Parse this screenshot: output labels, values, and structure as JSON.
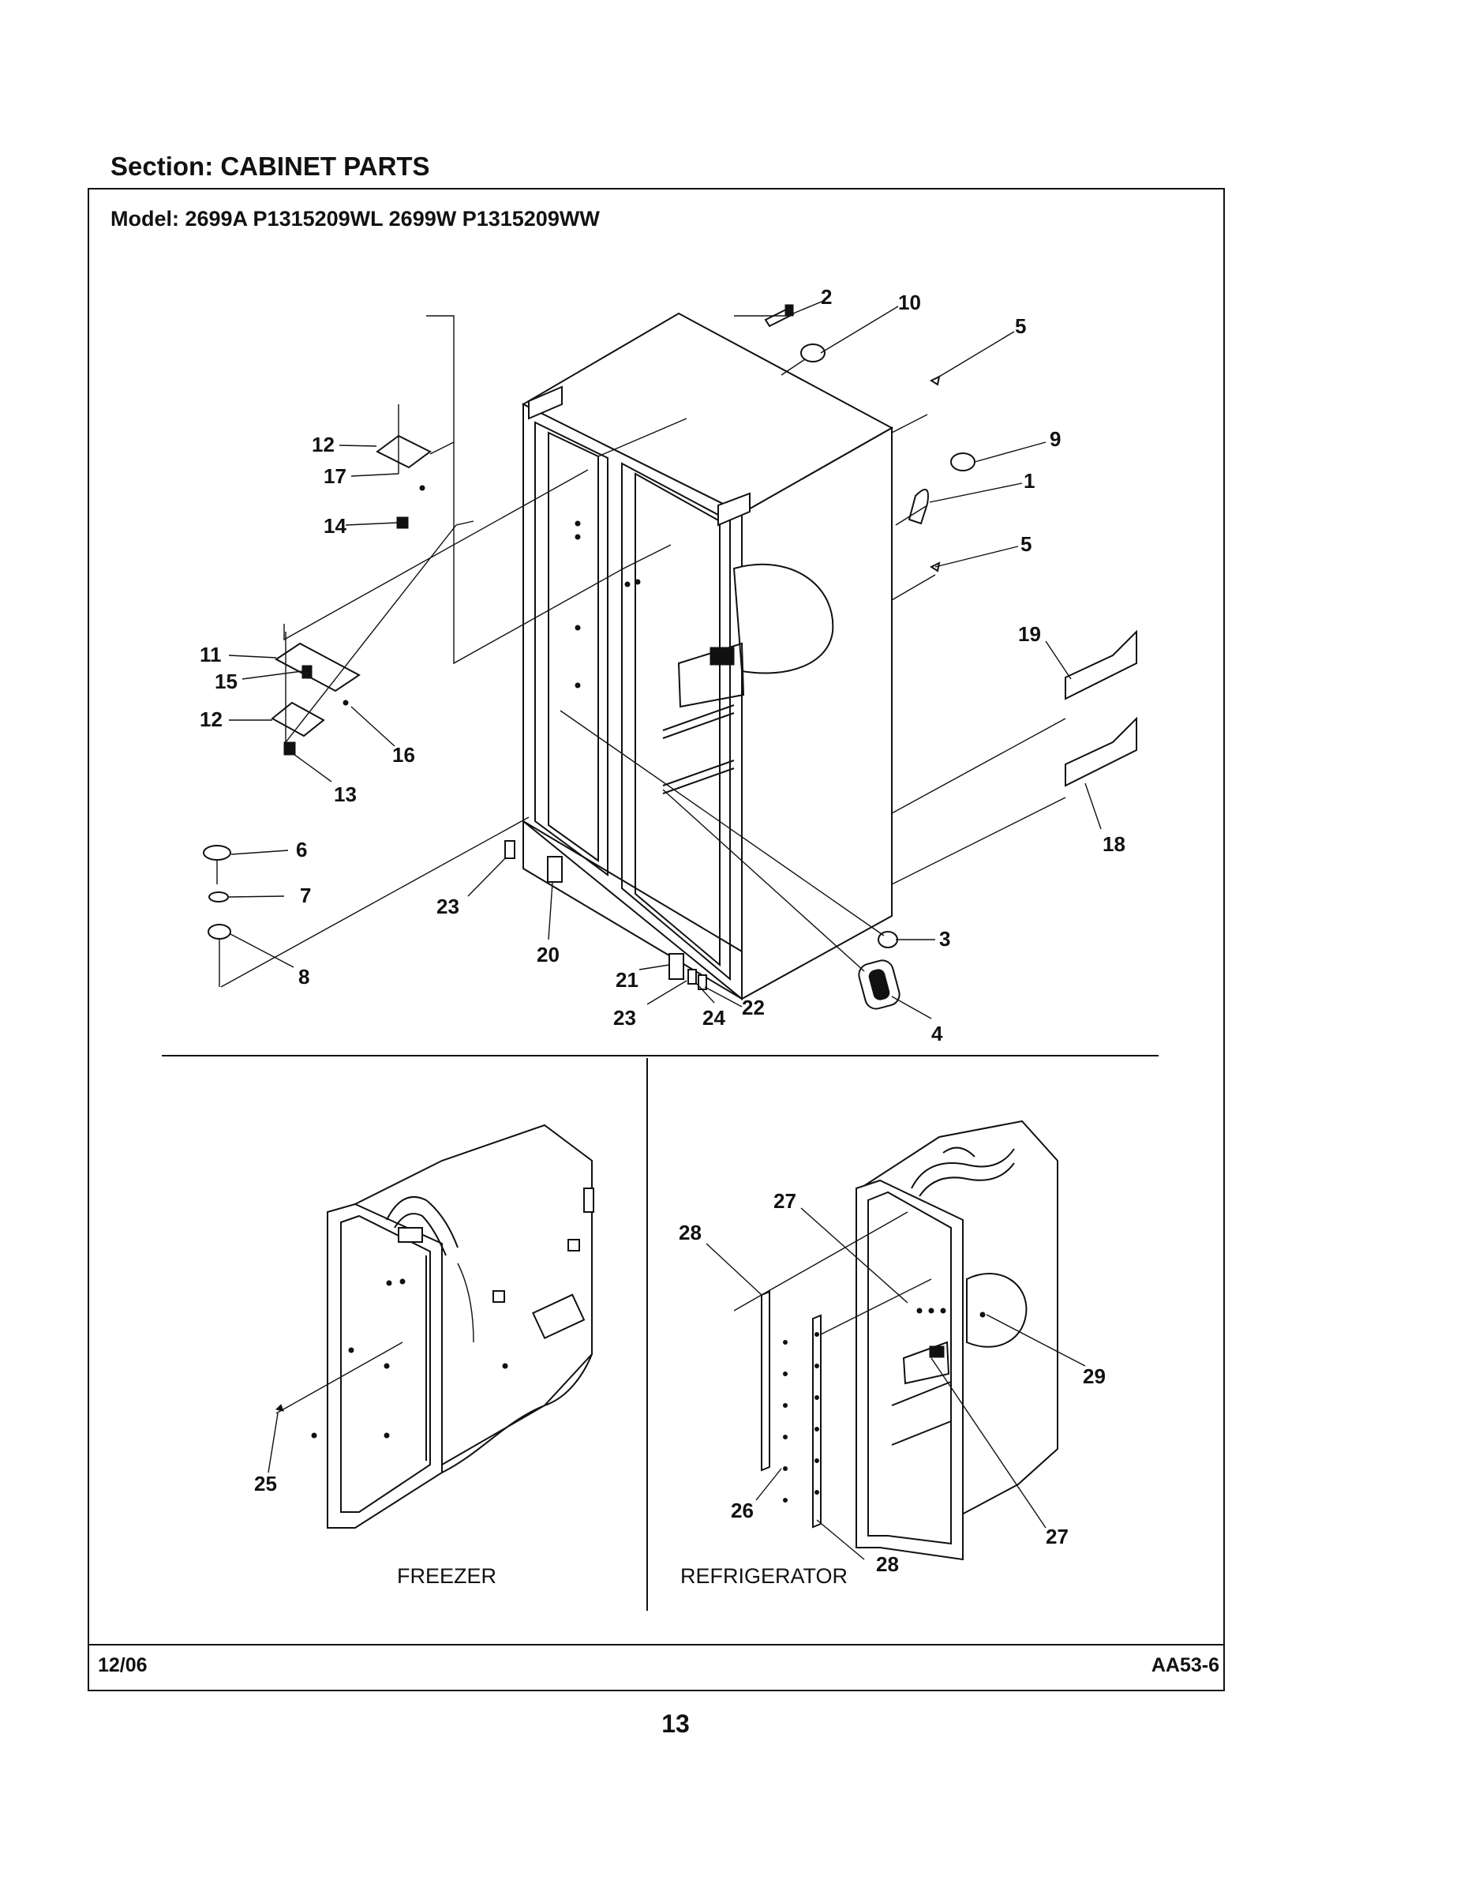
{
  "header": {
    "section": "Section:  CABINET PARTS",
    "model": "Model:     2699A P1315209WL 2699W P1315209WW"
  },
  "callouts": [
    "1",
    "2",
    "3",
    "4",
    "5",
    "6",
    "7",
    "8",
    "9",
    "10",
    "11",
    "12",
    "13",
    "14",
    "15",
    "16",
    "17",
    "18",
    "19",
    "20",
    "21",
    "22",
    "23",
    "24",
    "25",
    "26",
    "27",
    "28",
    "29"
  ],
  "panels": {
    "freezer": "FREEZER",
    "refrigerator": "REFRIGERATOR"
  },
  "footer": {
    "date": "12/06",
    "code": "AA53-6",
    "page": "13"
  }
}
